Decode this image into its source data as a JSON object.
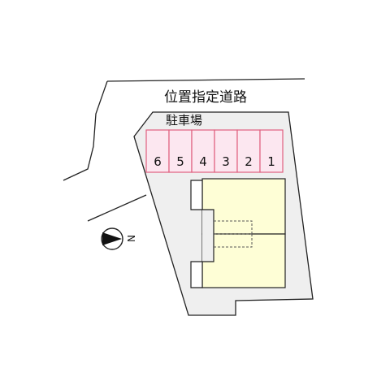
{
  "road_label": "位置指定道路",
  "parking": {
    "label": "駐車場",
    "spaces": [
      "6",
      "5",
      "4",
      "3",
      "2",
      "1"
    ]
  },
  "compass": {
    "label": "N"
  },
  "colors": {
    "lot_fill": "#efefef",
    "parking_fill": "#fce7f0",
    "parking_stroke": "#e0607f",
    "building_fill": "#fefed6",
    "outline": "#222222",
    "dashed": "#555555"
  }
}
